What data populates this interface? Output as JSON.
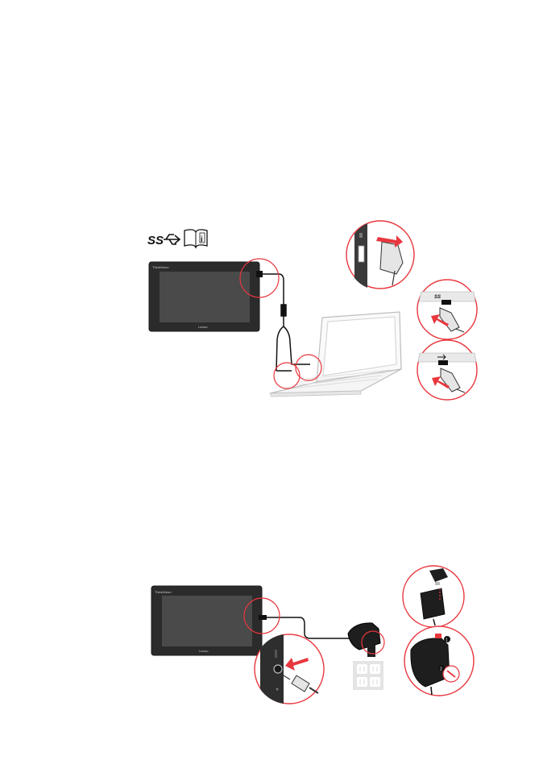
{
  "figure1": {
    "usb_logo": "SS",
    "monitor_brand": "ThinkVision",
    "monitor_badge": "Lenovo"
  },
  "figure2": {
    "monitor_brand": "ThinkVision",
    "monitor_badge": "Lenovo"
  },
  "colors": {
    "accent_arrow": "#e8373e",
    "bezel": "#2b2b2b",
    "screen": "#4a4a4a"
  }
}
